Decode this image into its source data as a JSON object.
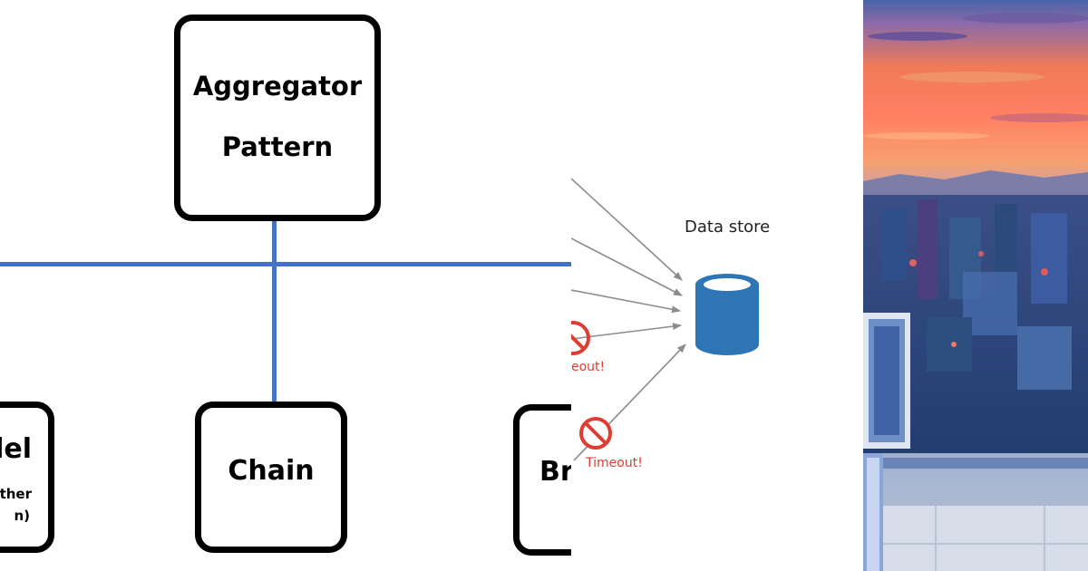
{
  "diagram": {
    "top_box": {
      "line1": "Aggregator",
      "line2": "Pattern"
    },
    "left_box": {
      "title": "llel",
      "sub1": "ather",
      "sub2": "n)"
    },
    "center_box": {
      "title": "Chain"
    },
    "right_box": {
      "title": "Bra"
    }
  },
  "datastore_panel": {
    "title": "Data store",
    "timeout_label": "Timeout!",
    "timeout_label_partial": "eout!",
    "colors": {
      "arrow": "#8c8c8c",
      "cylinder": "#2e75b6",
      "timeout": "#e03c31"
    }
  },
  "photo": {
    "subject": "painting of a city skyline at sunset"
  }
}
